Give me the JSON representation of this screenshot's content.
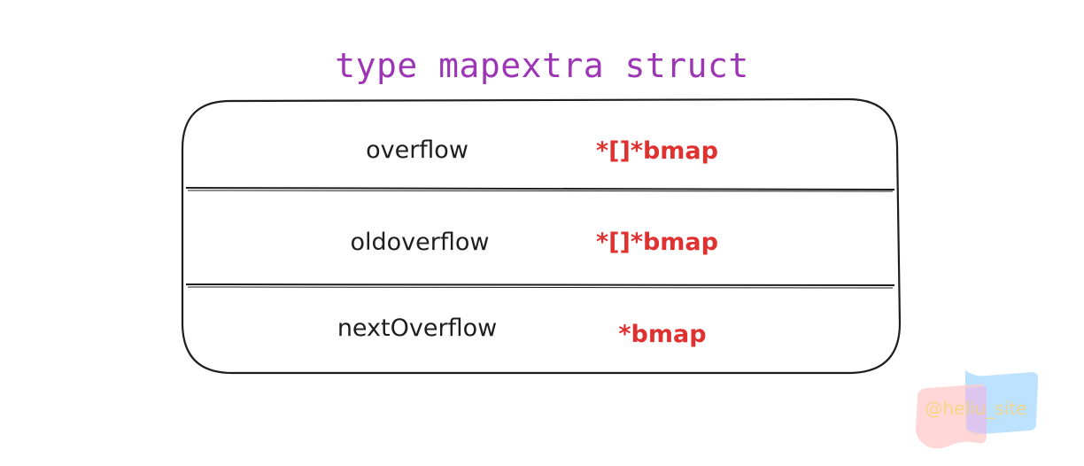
{
  "title": "type mapextra struct",
  "colors": {
    "title": "#9c36b5",
    "type": "#e03131",
    "stroke": "#1e1e1e"
  },
  "fields": [
    {
      "name": "overflow",
      "type": "*[]*bmap"
    },
    {
      "name": "oldoverflow",
      "type": "*[]*bmap"
    },
    {
      "name": "nextOverflow",
      "type": "*bmap"
    }
  ],
  "watermark": "@heliu_site"
}
